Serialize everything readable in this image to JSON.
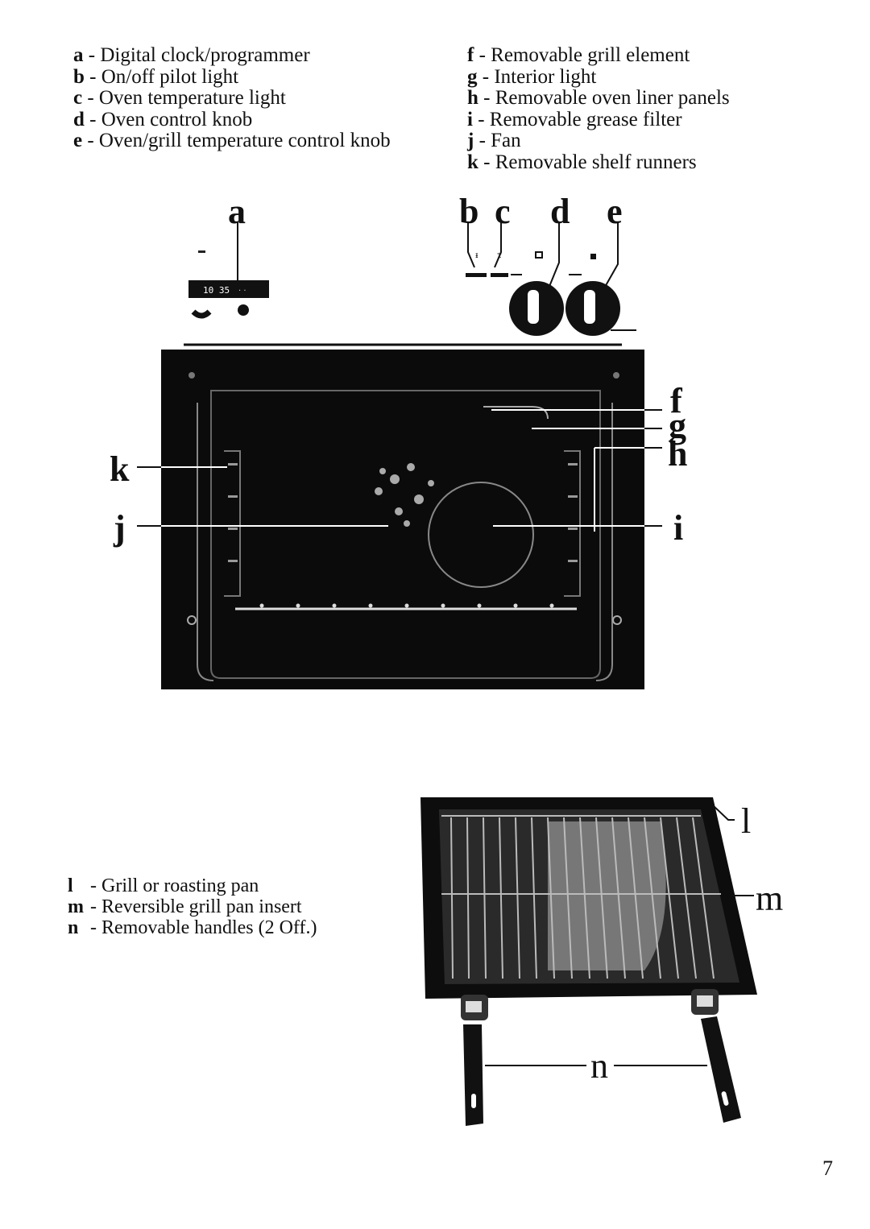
{
  "legend_top_left": [
    {
      "key": "a",
      "text": "- Digital clock/programmer"
    },
    {
      "key": "b",
      "text": "- On/off pilot light"
    },
    {
      "key": "c",
      "text": "- Oven temperature light"
    },
    {
      "key": "d",
      "text": "- Oven control knob"
    },
    {
      "key": "e",
      "text": "- Oven/grill temperature control knob"
    }
  ],
  "legend_top_right": [
    {
      "key": "f",
      "text": "- Removable grill element"
    },
    {
      "key": "g",
      "text": "- Interior light"
    },
    {
      "key": "h",
      "text": "- Removable oven liner panels"
    },
    {
      "key": "i",
      "text": "- Removable grease filter"
    },
    {
      "key": "j",
      "text": "- Fan"
    },
    {
      "key": "k",
      "text": "- Removable shelf runners"
    }
  ],
  "legend_grill": [
    {
      "key": "l",
      "text": "- Grill or roasting pan"
    },
    {
      "key": "m",
      "text": "- Reversible grill pan insert"
    },
    {
      "key": "n",
      "text": "- Removable handles (2 Off.)"
    }
  ],
  "callouts": {
    "a": "a",
    "b": "b",
    "c": "c",
    "d": "d",
    "e": "e",
    "f": "f",
    "g": "g",
    "h": "h",
    "i": "i",
    "j": "j",
    "k": "k",
    "l": "l",
    "m": "m",
    "n": "n"
  },
  "clock_display": "10 35",
  "page_number": "7"
}
